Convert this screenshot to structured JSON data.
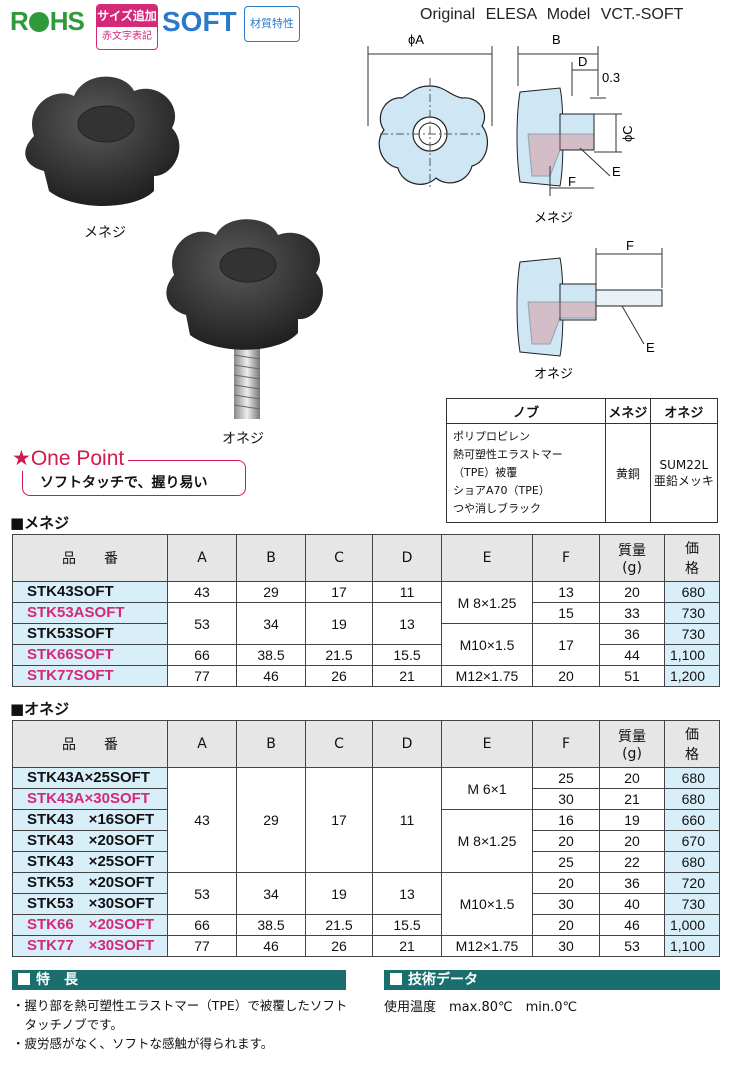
{
  "header": {
    "rohs": "RoHS",
    "size_badge_top": "サイズ追加",
    "size_badge_bottom": "赤文字表記",
    "soft": "SOFT",
    "material_badge": "材質特性",
    "original": "Original ELESA Model VCT.-SOFT"
  },
  "photo_labels": {
    "female": "メネジ",
    "male": "オネジ"
  },
  "drawing_labels": {
    "phiA": "ϕA",
    "B": "B",
    "D": "D",
    "gap": "0.3",
    "phiC": "ϕC",
    "E": "E",
    "F": "F",
    "female": "メネジ",
    "male": "オネジ",
    "F2": "F",
    "E2": "E"
  },
  "one_point": {
    "title": "★One Point",
    "text": "ソフトタッチで、握り易い"
  },
  "materials": {
    "headers": [
      "ノブ",
      "メネジ",
      "オネジ"
    ],
    "knob": [
      "ポリプロピレン",
      "熱可塑性エラストマー（TPE）被覆",
      "ショアA70（TPE）",
      "つや消しブラック"
    ],
    "female": "黄銅",
    "male": [
      "SUM22L",
      "亜鉛メッキ"
    ]
  },
  "female_section": {
    "title": "■メネジ",
    "headers": {
      "code": "品　　番",
      "A": "A",
      "B": "B",
      "C": "C",
      "D": "D",
      "E": "E",
      "F": "F",
      "mass": "質量",
      "mass_unit": "(g)",
      "price": "価　　格"
    },
    "rows": [
      {
        "code": "STK43SOFT",
        "A": "43",
        "B": "29",
        "C": "17",
        "D": "11",
        "E": "M 8×1.25",
        "F": "13",
        "mass": "20",
        "price": "680"
      },
      {
        "code": "STK53ASOFT",
        "A": "53",
        "B": "34",
        "C": "19",
        "D": "13",
        "F": "15",
        "mass": "33",
        "price": "730"
      },
      {
        "code": "STK53SOFT",
        "E": "M10×1.5",
        "F": "17",
        "mass": "36",
        "price": "730"
      },
      {
        "code": "STK66SOFT",
        "A": "66",
        "B": "38.5",
        "C": "21.5",
        "D": "15.5",
        "mass": "44",
        "price": "1,100"
      },
      {
        "code": "STK77SOFT",
        "A": "77",
        "B": "46",
        "C": "26",
        "D": "21",
        "E": "M12×1.75",
        "F": "20",
        "mass": "51",
        "price": "1,200"
      }
    ]
  },
  "male_section": {
    "title": "■オネジ",
    "headers": {
      "code": "品　　番",
      "A": "A",
      "B": "B",
      "C": "C",
      "D": "D",
      "E": "E",
      "F": "F",
      "mass": "質量",
      "mass_unit": "(g)",
      "price": "価　　格"
    },
    "rows": [
      {
        "code": "STK43A×25SOFT",
        "A": "43",
        "B": "29",
        "C": "17",
        "D": "11",
        "E": "M 6×1",
        "F": "25",
        "mass": "20",
        "price": "680"
      },
      {
        "code": "STK43A×30SOFT",
        "F": "30",
        "mass": "21",
        "price": "680"
      },
      {
        "code": "STK43　×16SOFT",
        "E": "M 8×1.25",
        "F": "16",
        "mass": "19",
        "price": "660"
      },
      {
        "code": "STK43　×20SOFT",
        "F": "20",
        "mass": "20",
        "price": "670"
      },
      {
        "code": "STK43　×25SOFT",
        "F": "25",
        "mass": "22",
        "price": "680"
      },
      {
        "code": "STK53　×20SOFT",
        "A": "53",
        "B": "34",
        "C": "19",
        "D": "13",
        "E": "M10×1.5",
        "F": "20",
        "mass": "36",
        "price": "720"
      },
      {
        "code": "STK53　×30SOFT",
        "F": "30",
        "mass": "40",
        "price": "730"
      },
      {
        "code": "STK66　×20SOFT",
        "A": "66",
        "B": "38.5",
        "C": "21.5",
        "D": "15.5",
        "F": "20",
        "mass": "46",
        "price": "1,000"
      },
      {
        "code": "STK77　×30SOFT",
        "A": "77",
        "B": "46",
        "C": "26",
        "D": "21",
        "E": "M12×1.75",
        "F": "30",
        "mass": "53",
        "price": "1,100"
      }
    ]
  },
  "features": {
    "title": "特　長",
    "items": [
      "・握り部を熱可塑性エラストマー（TPE）で被覆したソフト",
      "　タッチノブです。",
      "・疲労感がなく、ソフトな感触が得られます。"
    ]
  },
  "tech": {
    "title": "技術データ",
    "text": "使用温度　max.80℃　min.0℃"
  },
  "colors": {
    "pink": "#d6287a",
    "teal": "#1b6e6e",
    "blue": "#2a7ac8",
    "green": "#2e9a3c",
    "cell_blue": "#d8eef8"
  }
}
